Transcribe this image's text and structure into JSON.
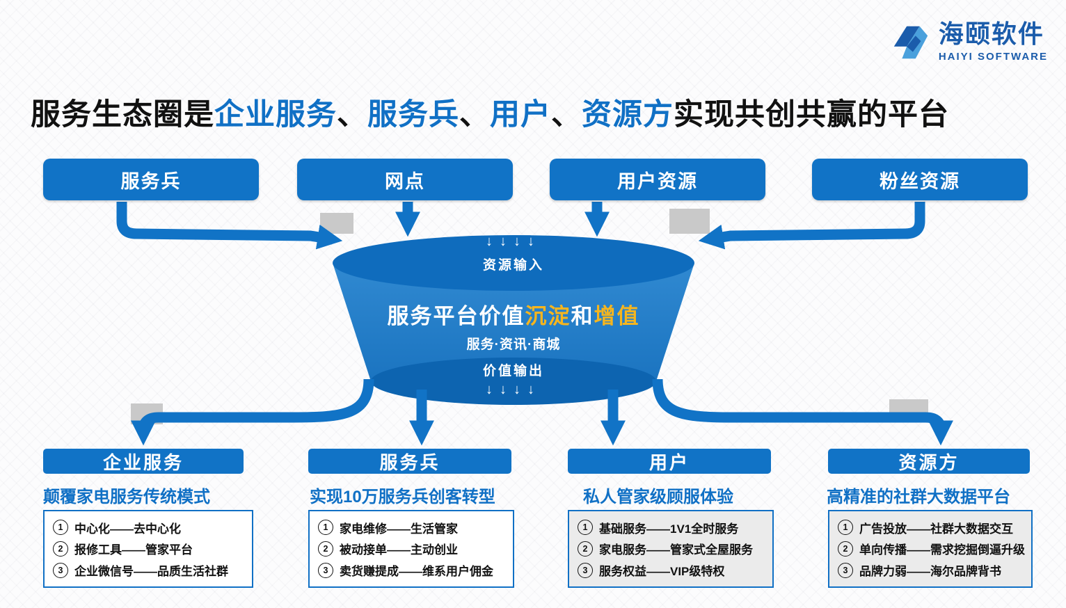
{
  "logo": {
    "name": "海颐软件",
    "subtitle": "HAIYI SOFTWARE"
  },
  "title": {
    "seg1": "服务生态圈是",
    "seg2": "企业服务",
    "seg3": "、",
    "seg4": "服务兵",
    "seg5": "、",
    "seg6": "用户",
    "seg7": "、",
    "seg8": "资源方",
    "seg9": "实现共创共赢的平台"
  },
  "top_boxes": {
    "box1": "服务兵",
    "box2": "网点",
    "box3": "用户资源",
    "box4": "粉丝资源"
  },
  "funnel": {
    "arrows_in": "↓↓↓↓",
    "input_label": "资源输入",
    "core1": "服务平台价值",
    "core2": "沉淀",
    "core3": "和",
    "core4": "增值",
    "sub_label": "服务·资讯·商城",
    "output_label": "价值输出",
    "arrows_out": "↓↓↓↓"
  },
  "sections": [
    {
      "header": "企业服务",
      "subtitle": "颠覆家电服务传统模式",
      "items": [
        {
          "num": "1",
          "text": "中心化——去中心化"
        },
        {
          "num": "2",
          "text": "报修工具——管家平台"
        },
        {
          "num": "3",
          "text": "企业微信号——品质生活社群"
        }
      ]
    },
    {
      "header": "服务兵",
      "subtitle": "实现10万服务兵创客转型",
      "items": [
        {
          "num": "1",
          "text": "家电维修——生活管家"
        },
        {
          "num": "2",
          "text": "被动接单——主动创业"
        },
        {
          "num": "3",
          "text": "卖货赚提成——维系用户佣金"
        }
      ]
    },
    {
      "header": "用户",
      "subtitle": "私人管家级顾服体验",
      "items": [
        {
          "num": "1",
          "text": "基础服务——1V1全时服务"
        },
        {
          "num": "2",
          "text": "家电服务——管家式全屋服务"
        },
        {
          "num": "3",
          "text": "服务权益——VIP级特权"
        }
      ]
    },
    {
      "header": "资源方",
      "subtitle": "高精准的社群大数据平台",
      "items": [
        {
          "num": "1",
          "text": "广告投放——社群大数据交互"
        },
        {
          "num": "2",
          "text": "单向传播——需求挖掘倒逼升级"
        },
        {
          "num": "3",
          "text": "品牌力弱——海尔品牌背书"
        }
      ]
    }
  ],
  "colors": {
    "primary_blue": "#1173c6",
    "funnel_dark_blue": "#0d64b0",
    "title_blue": "#1070c5",
    "gold": "#f5b51f",
    "gray_shadow": "#c9c9c9"
  }
}
